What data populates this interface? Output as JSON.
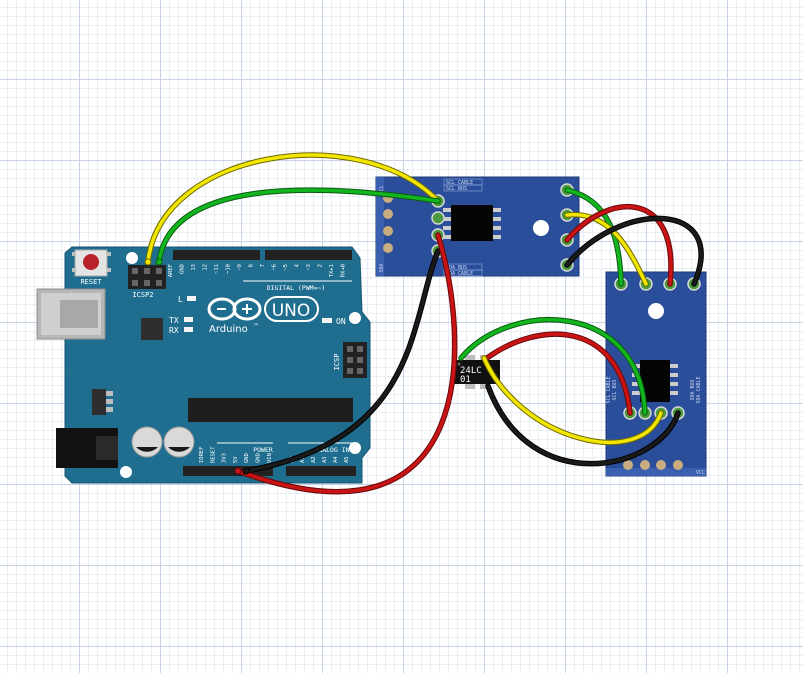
{
  "arduino": {
    "reset_label": "RESET",
    "icsp2_label": "ICSP2",
    "icsp_label": "ICSP",
    "led_l": "L",
    "led_tx": "TX",
    "led_rx": "RX",
    "led_on": "ON",
    "brand": "Arduino",
    "trademark": "™",
    "model": "UNO",
    "digital_header_label": "DIGITAL (PWM=~)",
    "digital_pins": [
      "AREF",
      "GND",
      "13",
      "12",
      "~11",
      "~10",
      "~9",
      "8",
      "7",
      "~6",
      "~5",
      "4",
      "~3",
      "2",
      "TX▸1",
      "RX◂0"
    ],
    "power_label": "POWER",
    "analog_label": "ANALOG IN",
    "power_pins": [
      "IOREF",
      "RESET",
      "3V3",
      "5V",
      "GND",
      "GND",
      "VIN"
    ],
    "analog_pins": [
      "A0",
      "A1",
      "A2",
      "A3",
      "A4",
      "A5"
    ]
  },
  "board1": {
    "scl_cable": "SCL CABLE",
    "scl_bus": "SCL BUS",
    "sda_bus": "SDA BUS",
    "sda_cable": "SDA CABLE",
    "pin_label_top": "SCL",
    "pin_label_bottom": "SDA"
  },
  "board2": {
    "scl_cable": "SCL CABLE",
    "scl_bus": "SCL BUS",
    "sda_bus": "SDA BUS",
    "sda_cable": "SDA CABLE",
    "corner_label": "VCC"
  },
  "eeprom": {
    "line1": "24LC",
    "line2": "01"
  },
  "colors": {
    "board_blue": "#1f6e8f",
    "module_blue": "#2b4e9b",
    "wire_yellow": "#f2e600",
    "wire_green": "#12b51e",
    "wire_red": "#c81414",
    "wire_black": "#1a1a1a"
  }
}
